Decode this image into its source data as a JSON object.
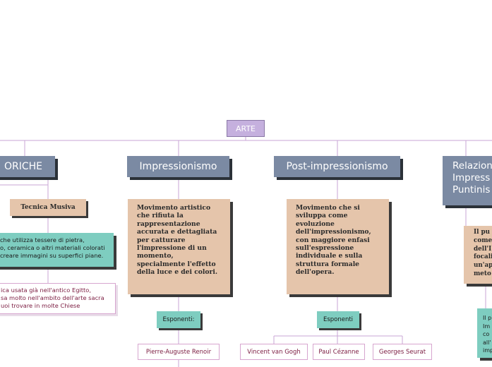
{
  "root": {
    "label": "ARTE"
  },
  "tecniche": {
    "title": "ORICHE",
    "technique": "Tecnica Musiva",
    "definition": [
      "che utilizza tessere di pietra,",
      "o, ceramica o altri materiali colorati",
      "creare immagini su superfici piane."
    ],
    "history": [
      "ica usata già nell'antico Egitto,",
      "sa molto nell'ambito dell'arte sacra",
      "uoi trovare in molte Chiese"
    ]
  },
  "impressionismo": {
    "title": "Impressionismo",
    "description": [
      "Movimento artistico",
      "che rifiuta la",
      "rappresentazione",
      "accurata e dettagliata",
      "per catturare",
      "l'impressione di un",
      "momento,",
      "specialmente l'effetto",
      "della luce e dei colori."
    ],
    "esponenti_label": "Esponenti:",
    "artists": [
      "Pierre-Auguste Renoir"
    ]
  },
  "post_impressionismo": {
    "title": "Post-impressionismo",
    "description": [
      "Movimento che si",
      "sviluppa come",
      "evoluzione",
      "dell'impressionismo,",
      "con maggiore enfasi",
      "sull'espressione",
      "individuale e sulla",
      "struttura formale",
      "dell'opera."
    ],
    "esponenti_label": "Esponenti",
    "artists": [
      "Vincent van Gogh",
      "Paul Cézanne",
      "Georges Seurat"
    ]
  },
  "relazioni": {
    "title": [
      "Relazion",
      "Impress",
      "Puntinis"
    ],
    "tan_text": [
      "Il pu",
      "come",
      "dell'I",
      "focali",
      "un'ap",
      "meto"
    ],
    "teal_text": [
      "Il p",
      "Im",
      "co",
      "all'",
      "imp"
    ]
  }
}
